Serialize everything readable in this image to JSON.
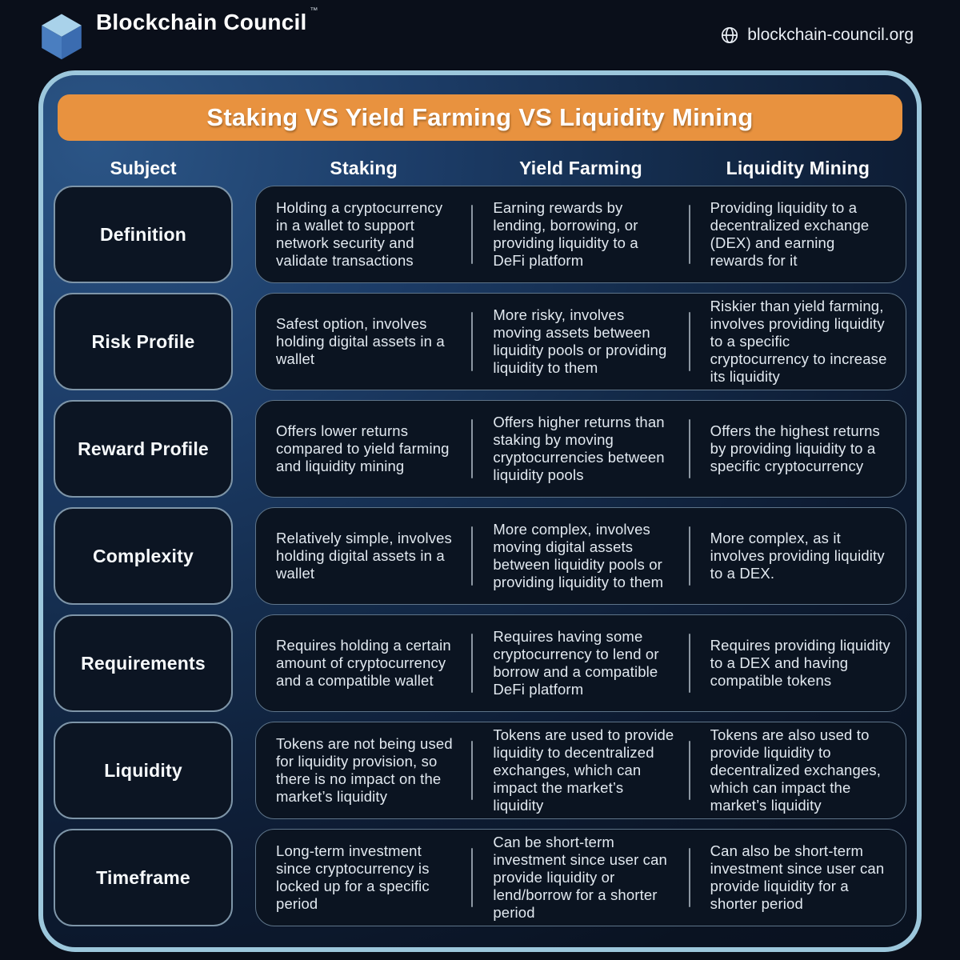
{
  "brand": {
    "name": "Blockchain Council",
    "trademark": "TM",
    "logo_icon": "cube-logo-icon"
  },
  "site": {
    "icon": "globe-icon",
    "url": "blockchain-council.org"
  },
  "table": {
    "title": "Staking VS Yield Farming VS Liquidity Mining",
    "columns": [
      "Subject",
      "Staking",
      "Yield Farming",
      "Liquidity Mining"
    ],
    "rows": [
      {
        "subject": "Definition",
        "cells": [
          "Holding a cryptocurrency in a wallet to support network security and validate transactions",
          "Earning rewards by lending, borrowing, or providing liquidity to a DeFi platform",
          "Providing liquidity to a decentralized exchange (DEX) and earning rewards for it"
        ]
      },
      {
        "subject": "Risk Profile",
        "cells": [
          "Safest option, involves holding digital assets in a wallet",
          "More risky, involves moving assets between liquidity pools or providing liquidity to them",
          "Riskier than yield farming, involves providing liquidity to a specific cryptocurrency to increase its liquidity"
        ]
      },
      {
        "subject": "Reward Profile",
        "cells": [
          "Offers lower returns compared to yield farming and liquidity mining",
          "Offers higher returns than staking by moving cryptocurrencies between liquidity pools",
          "Offers the highest returns by providing liquidity to a specific cryptocurrency"
        ]
      },
      {
        "subject": "Complexity",
        "cells": [
          "Relatively simple, involves holding digital assets in a wallet",
          "More complex, involves moving digital assets between liquidity pools or providing liquidity to them",
          "More complex, as it involves providing liquidity to a DEX."
        ]
      },
      {
        "subject": "Requirements",
        "cells": [
          "Requires holding a certain amount of cryptocurrency and a compatible wallet",
          "Requires having some cryptocurrency to lend or borrow and a compatible DeFi platform",
          "Requires providing liquidity to a DEX and having compatible tokens"
        ]
      },
      {
        "subject": "Liquidity",
        "cells": [
          "Tokens are not being used for liquidity provision, so there is no impact on the market’s liquidity",
          "Tokens are used to provide liquidity to decentralized exchanges, which can impact the market’s liquidity",
          "Tokens are also used to provide liquidity to decentralized exchanges, which can impact the market’s liquidity"
        ]
      },
      {
        "subject": "Timeframe",
        "cells": [
          "Long-term investment since cryptocurrency is locked up for a specific period",
          "Can be short-term investment since user can provide liquidity or lend/borrow for a shorter period",
          "Can also be short-term investment since user can provide liquidity for a shorter period"
        ]
      }
    ]
  },
  "colors": {
    "accent_orange": "#E8923F",
    "frame_border": "#9CC7DC",
    "panel_gradient_start": "#2B5586",
    "panel_gradient_end": "#091120",
    "box_background": "#0C1523",
    "box_border": "#5E7489",
    "body_text": "#E2E9F0",
    "page_background": "#0A0F1A"
  }
}
